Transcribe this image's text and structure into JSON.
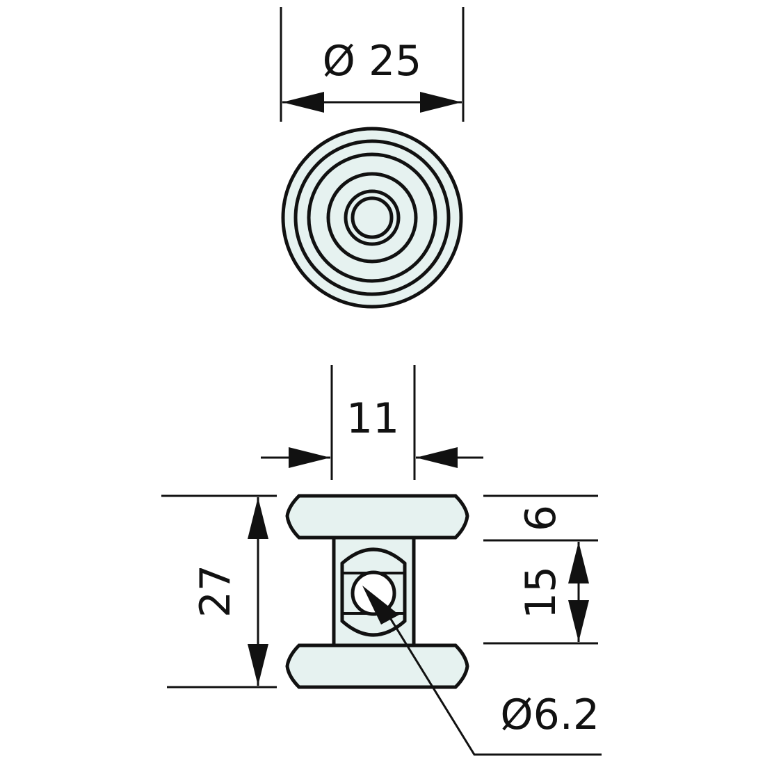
{
  "drawing": {
    "top_view": {
      "diameter_label": "Ø 25"
    },
    "side_view": {
      "width_label": "11",
      "height_label": "27",
      "flange_label": "6",
      "inner_label": "15",
      "hole_label": "Ø6.2"
    },
    "colors": {
      "line": "#111111",
      "fill": "#e6f2f0"
    }
  }
}
